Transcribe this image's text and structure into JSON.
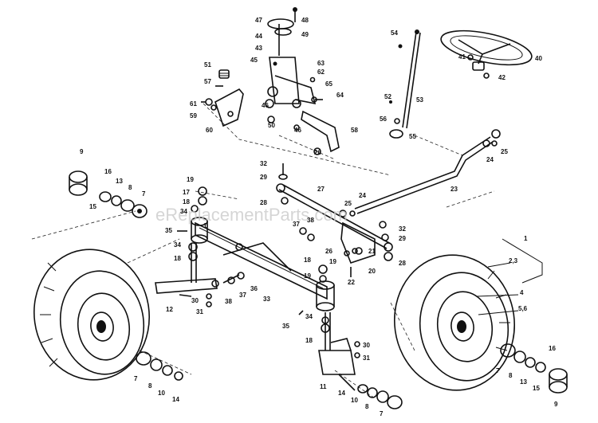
{
  "watermark": "eReplacementParts.com",
  "labels": [
    "1",
    "2,3",
    "4",
    "5,6",
    "7",
    "8",
    "9",
    "10",
    "11",
    "12",
    "13",
    "14",
    "15",
    "16",
    "17",
    "18",
    "19",
    "20",
    "21",
    "22",
    "23",
    "24",
    "25",
    "26",
    "27",
    "28",
    "29",
    "30",
    "31",
    "32",
    "33",
    "34",
    "35",
    "36",
    "37",
    "38",
    "40",
    "41",
    "42",
    "43",
    "44",
    "45",
    "46",
    "47",
    "48",
    "49",
    "50",
    "51",
    "52",
    "53",
    "54",
    "55",
    "56",
    "57",
    "58",
    "59",
    "60",
    "61",
    "62",
    "63",
    "64",
    "65"
  ]
}
